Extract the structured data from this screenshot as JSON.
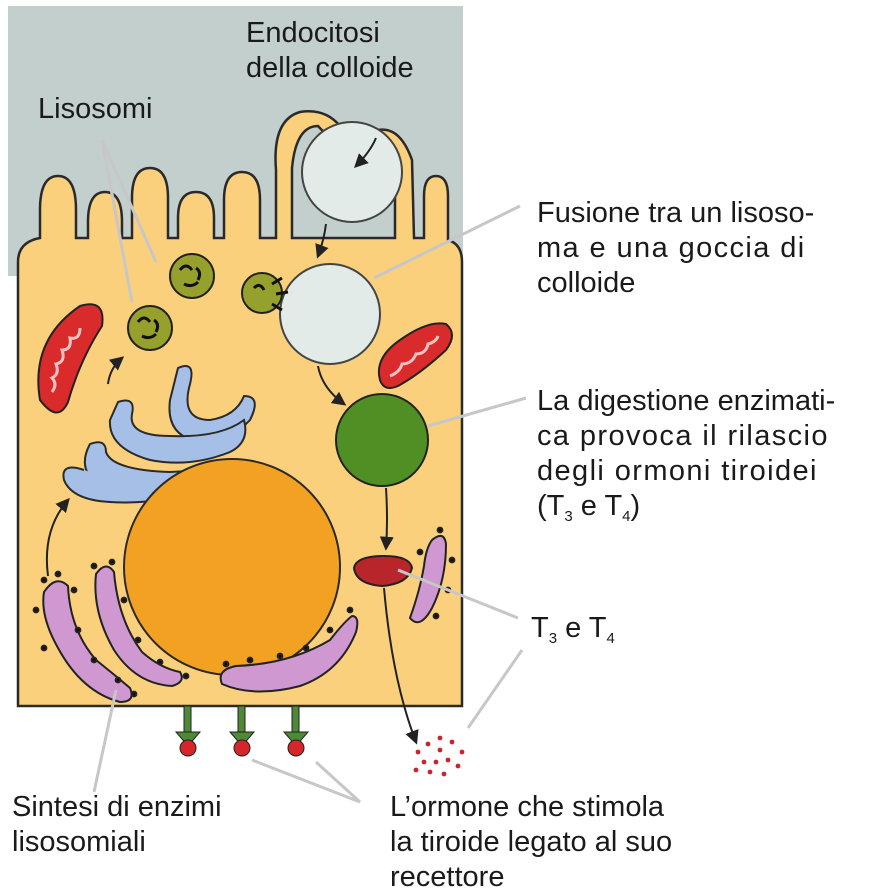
{
  "labels": {
    "endocytosis": {
      "line1": "Endocitosi",
      "line2": "della colloide"
    },
    "lysosomes": "Lisosomi",
    "fusion": {
      "line1": "Fusione tra un lisoso-",
      "line2": "ma e una goccia di",
      "line3": "colloide"
    },
    "digestion": {
      "line1": "La digestione enzimati-",
      "line2": "ca provoca il rilascio",
      "line3": "degli ormoni tiroidei",
      "line4_open": "(T",
      "line4_mid": " e T",
      "line4_close": ")"
    },
    "hormones": {
      "t": "T",
      "mid": " e T"
    },
    "synthesis": {
      "line1": "Sintesi di enzimi",
      "line2": "lisosomiali"
    },
    "receptor": {
      "line1": "L’ormone che stimola",
      "line2": "la tiroide legato al suo",
      "line3": "recettore"
    },
    "sub3": "3",
    "sub4": "4"
  },
  "colors": {
    "colloid": "#c3cfcd",
    "cytoplasm": "#fbd07c",
    "nucleus": "#f2a123",
    "golgi": "#a6bfe6",
    "rough_er": "#cf98d0",
    "mitochondrion": "#d92b2b",
    "lysosome": "#95a12c",
    "digestion_vesicle": "#4f8f24",
    "colloid_droplet": "#e3ebe8",
    "hormone_dots": "#c9242e",
    "receptor_stem": "#4e8a35",
    "receptor_ball": "#d6252b"
  }
}
